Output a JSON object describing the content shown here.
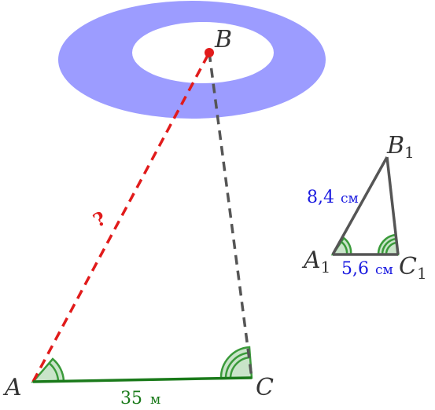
{
  "colors": {
    "lake": "#9c9cff",
    "island": "#ffffff",
    "unknown": "#e11b1b",
    "base": "#1a7a1a",
    "sight": "#555555",
    "small_triangle": "#555555",
    "small_measure": "#1a1ae0",
    "angle_fill": "#c9e4c9",
    "angle_stroke": "#3a9a3a",
    "point": "#e11b1b"
  },
  "labels": {
    "A": "A",
    "B": "B",
    "C": "C",
    "A1": "A",
    "B1": "B",
    "C1": "C",
    "subscript": "1"
  },
  "measurements": {
    "AC": {
      "value": "35",
      "unit": "м"
    },
    "AB": "?",
    "A1B1": {
      "value": "8,4",
      "unit": "см"
    },
    "A1C1": {
      "value": "5,6",
      "unit": "см"
    }
  }
}
